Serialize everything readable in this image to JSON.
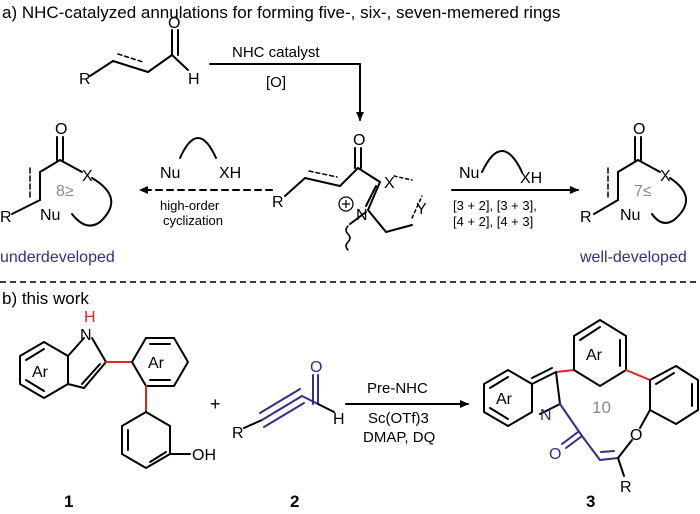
{
  "section_a": {
    "title": "a) NHC-catalyzed annulations for forming five-, six-, seven-memered rings",
    "arrow_top": {
      "reagent": "NHC catalyst",
      "oxidant": "[O]"
    },
    "atom_R": "R",
    "atom_H": "H",
    "atom_O": "O",
    "atom_X": "X",
    "atom_Y": "Y",
    "atom_N": "N",
    "atom_Nu": "Nu",
    "atom_XH": "XH",
    "left": {
      "ring_label": "8≥",
      "arrow_labels": [
        "high-order",
        "cyclization"
      ],
      "caption": "underdeveloped"
    },
    "right": {
      "ring_label": "7≤",
      "arrow_labels": [
        "[3 + 2], [3 + 3],",
        "[4 + 2], [4 + 3]"
      ],
      "caption": "well-developed"
    }
  },
  "section_b": {
    "title": "b) this work",
    "atom_Ar": "Ar",
    "atom_NH_H": "H",
    "atom_N": "N",
    "atom_OH": "OH",
    "atom_R": "R",
    "atom_H": "H",
    "atom_O": "O",
    "plus": "+",
    "conditions": [
      "Pre-NHC",
      "Sc(OTf)3",
      "DMAP,  DQ"
    ],
    "ring_label": "10",
    "compounds": [
      "1",
      "2",
      "3"
    ]
  },
  "colors": {
    "red": "#d9281e",
    "blue": "#3b2a8c",
    "caption_blue": "#3b2a8c",
    "ring_gray": "#8a8a8a"
  }
}
